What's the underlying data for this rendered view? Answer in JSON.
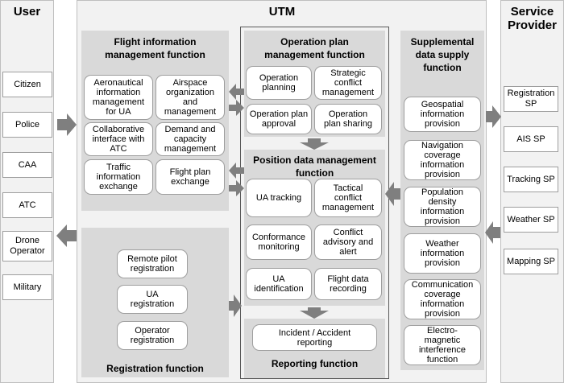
{
  "user": {
    "title": "User",
    "items": [
      "Citizen",
      "Police",
      "CAA",
      "ATC",
      "Drone\nOperator",
      "Military"
    ]
  },
  "utm": {
    "title": "UTM",
    "flight_info": {
      "title": "Flight information\nmanagement function",
      "items": [
        "Aeronautical\ninformation\nmanagement\nfor UA",
        "Airspace\norganization\nand\nmanagement",
        "Collaborative\ninterface with\nATC",
        "Demand and\ncapacity\nmanagement",
        "Traffic\ninformation\nexchange",
        "Flight plan\nexchange"
      ]
    },
    "registration": {
      "title": "Registration function",
      "items": [
        "Remote pilot\nregistration",
        "UA\nregistration",
        "Operator\nregistration"
      ]
    },
    "operation_plan": {
      "title": "Operation plan\nmanagement function",
      "items": [
        "Operation\nplanning",
        "Strategic\nconflict\nmanagement",
        "Operation plan\napproval",
        "Operation\nplan sharing"
      ]
    },
    "position": {
      "title": "Position data management\nfunction",
      "items": [
        "UA tracking",
        "Tactical\nconflict\nmanagement",
        "Conformance\nmonitoring",
        "Conflict\nadvisory and\nalert",
        "UA\nidentification",
        "Flight data\nrecording"
      ]
    },
    "reporting": {
      "title": "Reporting function",
      "items": [
        "Incident / Accident\nreporting"
      ]
    },
    "supplemental": {
      "title": "Supplemental\ndata supply\nfunction",
      "items": [
        "Geospatial\ninformation\nprovision",
        "Navigation\ncoverage\ninformation\nprovision",
        "Population\ndensity\ninformation\nprovision",
        "Weather\ninformation\nprovision",
        "Communication\ncoverage\ninformation\nprovision",
        "Electro-\nmagnetic\ninterference\nfunction"
      ]
    }
  },
  "service_provider": {
    "title": "Service\nProvider",
    "items": [
      "Registration\nSP",
      "AIS SP",
      "Tracking SP",
      "Weather SP",
      "Mapping SP"
    ]
  },
  "colors": {
    "arrow": "#7f7f7f",
    "panel": "#f2f2f2",
    "section": "#d9d9d9"
  }
}
